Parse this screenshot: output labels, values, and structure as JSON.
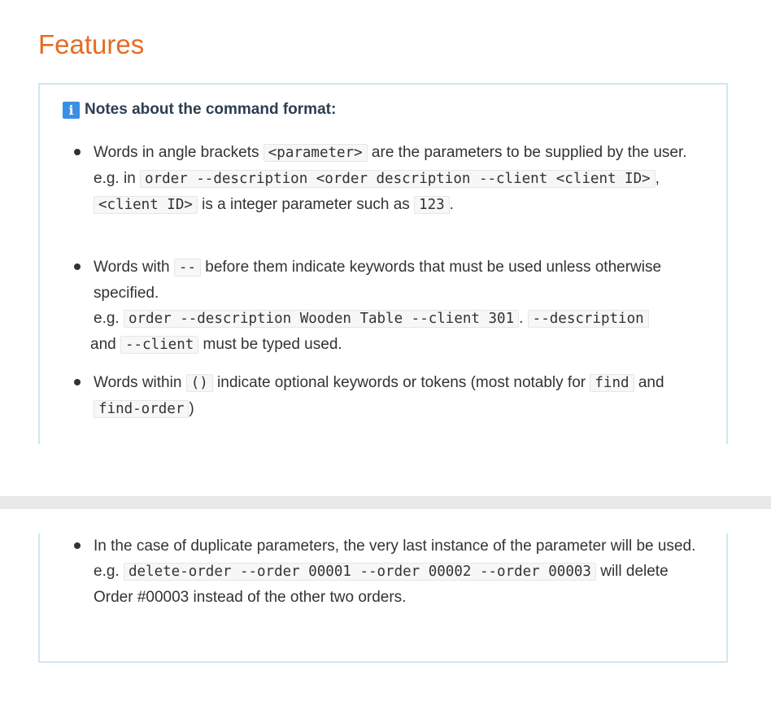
{
  "page_title": "Features",
  "notes": {
    "title": "Notes about the command format:",
    "icon": "info-icon",
    "bullet1": {
      "t1": "Words in angle brackets ",
      "c1": "<parameter>",
      "t2": " are the parameters to be supplied by the user.",
      "t3": "e.g. in ",
      "c2": "order --description <order description --client <client ID>",
      "t4": ", ",
      "c3": "<client ID>",
      "t5": " is a integer parameter such as ",
      "c4": "123",
      "t6": "."
    },
    "bullet2": {
      "t1": "Words with ",
      "c1": "--",
      "t2": " before them indicate keywords that must be used unless otherwise specified.",
      "t3": "e.g. ",
      "c2": "order --description Wooden Table --client 301",
      "t4": ". ",
      "c3": "--description",
      "t5": " and ",
      "c4": "--client",
      "t6": " must be typed used."
    },
    "bullet3": {
      "t1": "Words within ",
      "c1": "()",
      "t2": " indicate optional keywords or tokens (most notably for ",
      "c2": "find",
      "t3": " and ",
      "c3": "find-order",
      "t4": ")"
    },
    "bullet4": {
      "t1": "In the case of duplicate parameters, the very last instance of the parameter will be used.",
      "t2": "e.g. ",
      "c1": "delete-order --order 00001 --order 00002 --order 00003",
      "t3": " will delete Order #00003 instead of the other two orders."
    }
  },
  "colors": {
    "title": "#e46c24",
    "box_border": "#cde8ef",
    "icon_bg": "#3a8ee6",
    "band": "#e9e9e9"
  }
}
